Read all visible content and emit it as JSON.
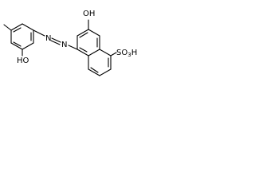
{
  "labels": {
    "oh_naphthol": "OH",
    "oh_phenol": "HO",
    "azo_n1": "N",
    "azo_n2": "N",
    "sulfonic": "SO",
    "sulfonic_sub": "3",
    "sulfonic_h": "H"
  },
  "colors": {
    "ink": "#000000",
    "background": "#ffffff"
  }
}
